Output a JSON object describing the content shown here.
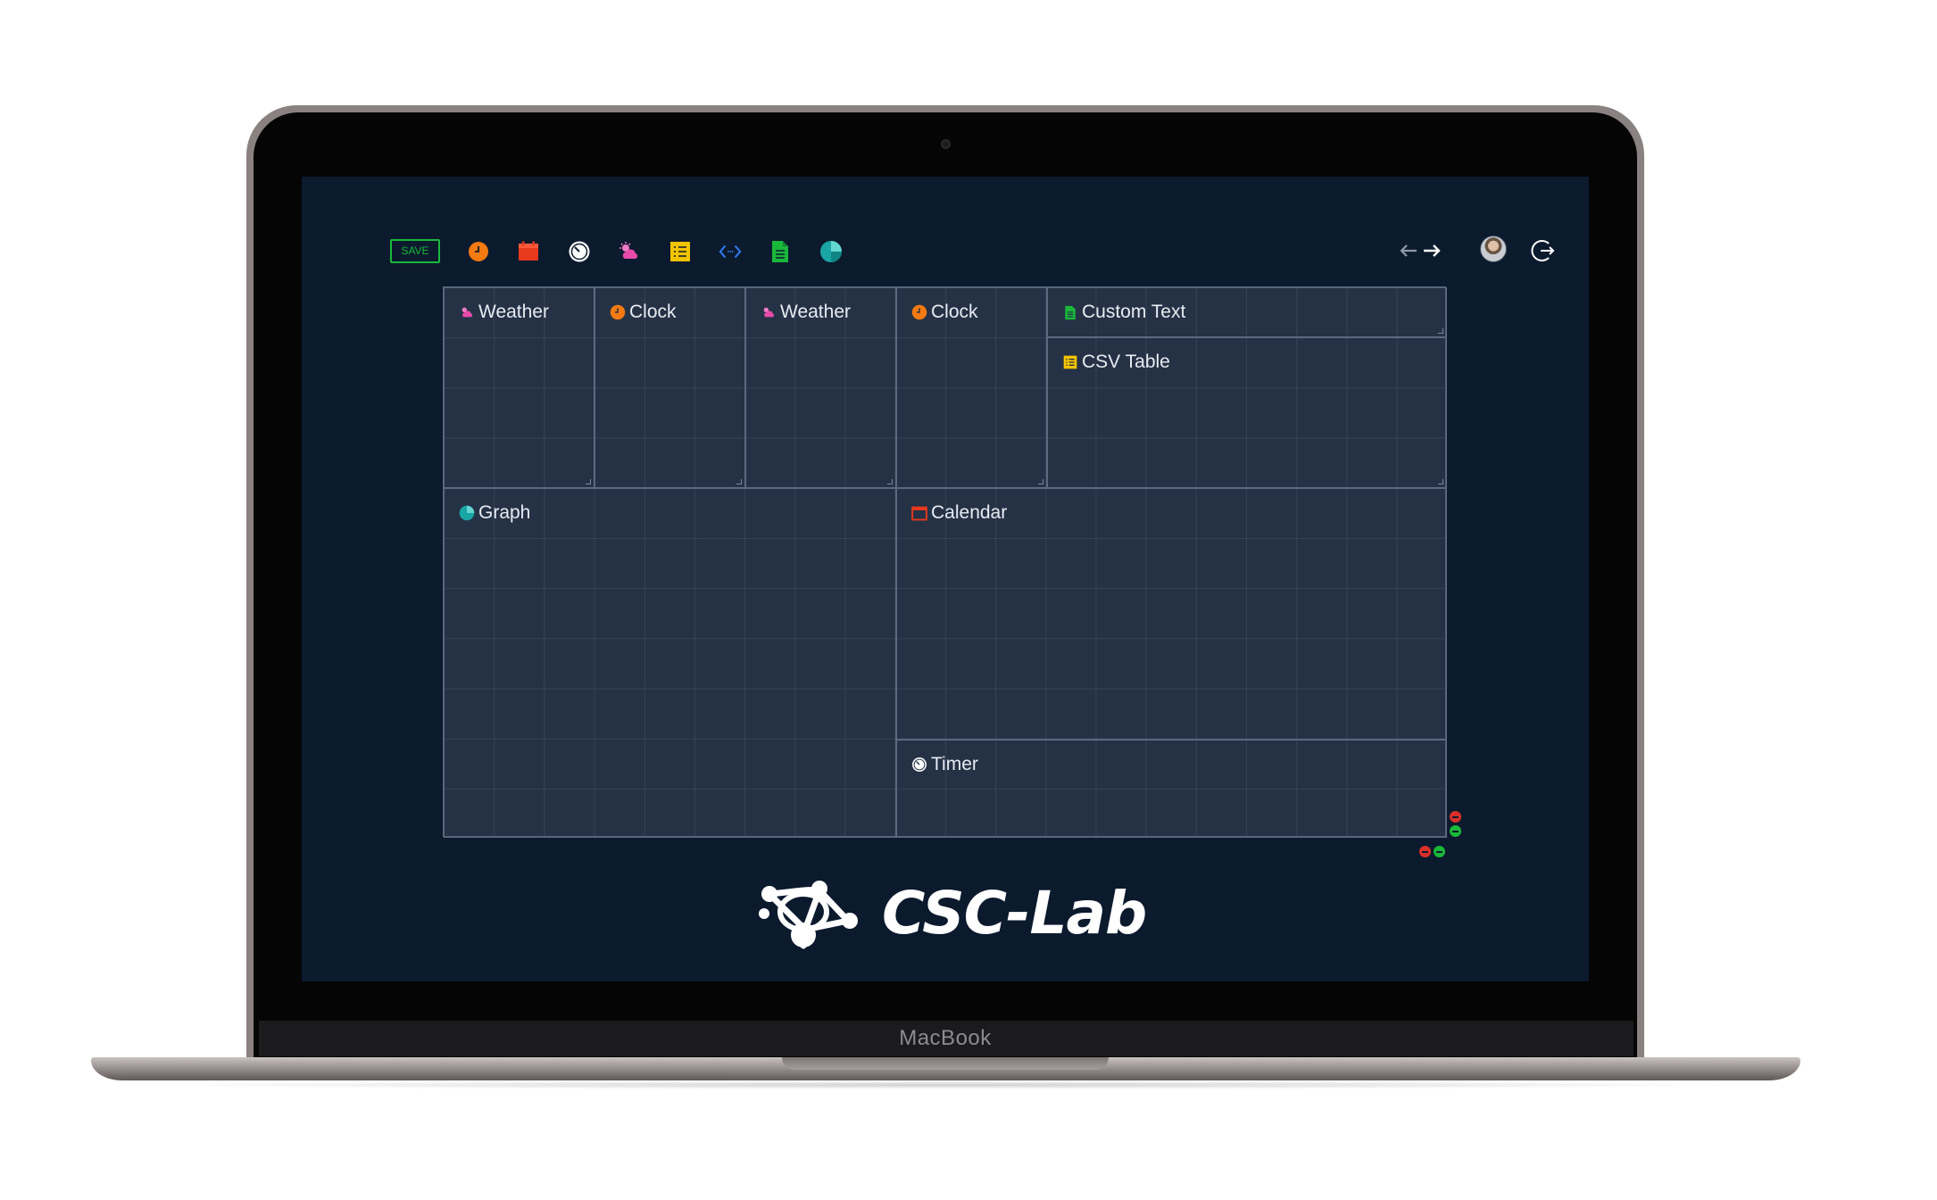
{
  "device": {
    "label": "MacBook"
  },
  "toolbar": {
    "save_label": "SAVE",
    "tools": [
      {
        "icon": "clock-icon",
        "color": "#f47a12"
      },
      {
        "icon": "calendar-icon",
        "color": "#e8391d"
      },
      {
        "icon": "timer-icon",
        "color": "#ffffff"
      },
      {
        "icon": "weather-icon",
        "color": "#e84aaa"
      },
      {
        "icon": "csv-table-icon",
        "color": "#f2c300"
      },
      {
        "icon": "code-icon",
        "color": "#2f7df6"
      },
      {
        "icon": "document-icon",
        "color": "#19b83a"
      },
      {
        "icon": "graph-icon",
        "color": "#1aa5a5"
      }
    ],
    "right": [
      "undo-icon",
      "redo-icon",
      "avatar",
      "logout-icon"
    ]
  },
  "widgets": {
    "weather1": {
      "title": "Weather",
      "icon": "weather-icon"
    },
    "clock1": {
      "title": "Clock",
      "icon": "clock-icon"
    },
    "weather2": {
      "title": "Weather",
      "icon": "weather-icon"
    },
    "clock2": {
      "title": "Clock",
      "icon": "clock-icon"
    },
    "custom_text": {
      "title": "Custom Text",
      "icon": "document-icon"
    },
    "csv_table": {
      "title": "CSV Table",
      "icon": "csv-table-icon"
    },
    "graph": {
      "title": "Graph",
      "icon": "graph-icon"
    },
    "calendar": {
      "title": "Calendar",
      "icon": "calendar-icon"
    },
    "timer": {
      "title": "Timer",
      "icon": "timer-icon"
    }
  },
  "board_controls": {
    "remove_color": "#d9302a",
    "add_color": "#19b83a"
  },
  "logo": {
    "text": "CSC-Lab"
  }
}
